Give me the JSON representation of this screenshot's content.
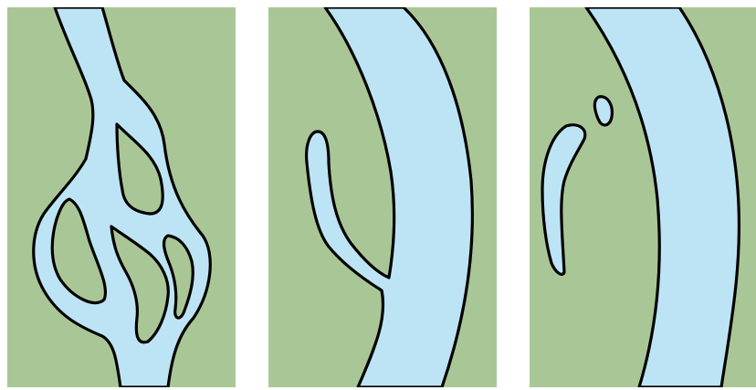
{
  "colors": {
    "land": "#a9c796",
    "water": "#bde4f5",
    "outline": "#000000",
    "background": "#ffffff"
  },
  "panels": [
    {
      "id": "panel-1",
      "features": [
        "braided-channel",
        "island",
        "island",
        "island",
        "island"
      ]
    },
    {
      "id": "panel-2",
      "features": [
        "river-channel",
        "meander-cutoff-arm"
      ]
    },
    {
      "id": "panel-3",
      "features": [
        "river-channel",
        "oxbow-lake",
        "small-lake"
      ]
    }
  ]
}
